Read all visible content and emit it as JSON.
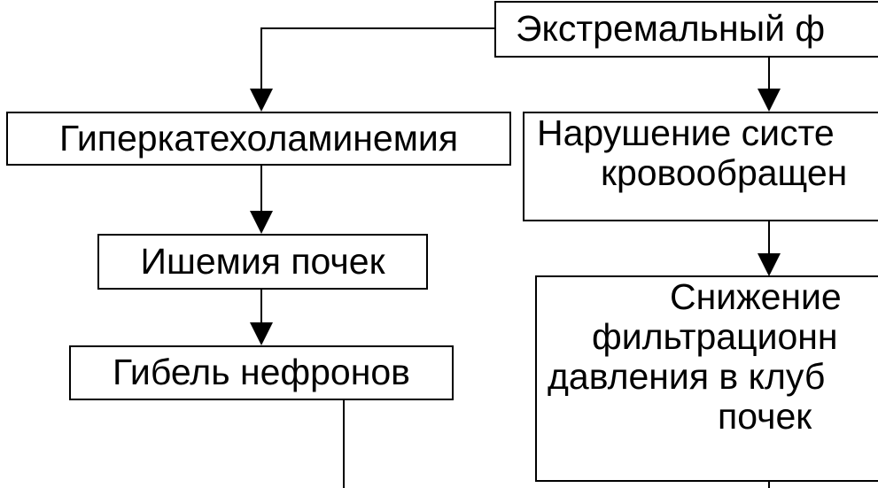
{
  "colors": {
    "line": "#000000",
    "background": "#ffffff"
  },
  "boxes": {
    "extreme_factor": "Экстремальный ф",
    "hypercatecholaminemia": "Гиперкатехоламинемия",
    "circulation_disorder_line1": "Нарушение систе",
    "circulation_disorder_line2": "кровообращен",
    "kidney_ischemia": "Ишемия почек",
    "decrease_line1": "Снижение",
    "decrease_line2": "фильтрационн",
    "decrease_line3": "давления в клуб",
    "decrease_line4": "почек",
    "nephron_death": "Гибель нефронов"
  }
}
